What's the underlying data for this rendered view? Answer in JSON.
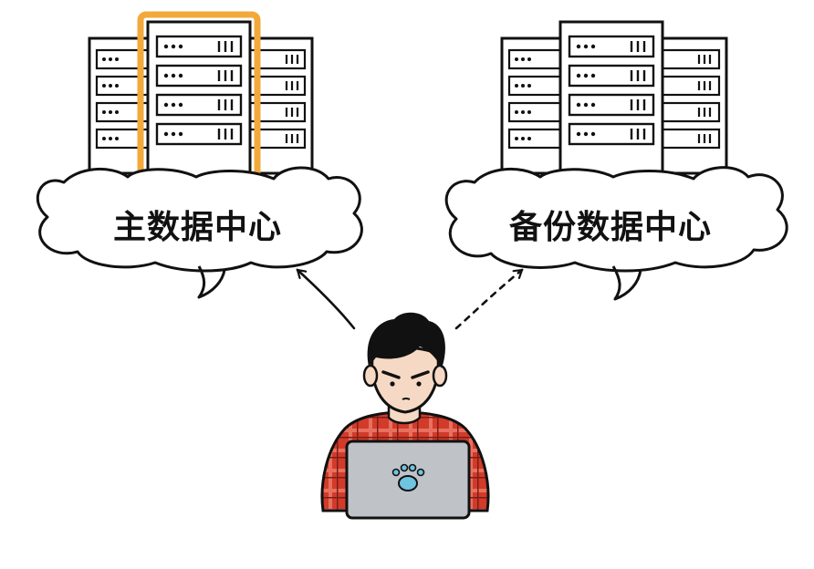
{
  "primary_dc": {
    "label": "主数据中心",
    "highlight_color": "#F2A93B"
  },
  "backup_dc": {
    "label": "备份数据中心"
  },
  "connections": [
    {
      "from": "user",
      "to": "primary_dc",
      "style": "solid"
    },
    {
      "from": "user",
      "to": "backup_dc",
      "style": "dashed"
    }
  ],
  "user": {
    "icon": "person-with-laptop-icon",
    "shirt_color": "#D23A2A",
    "laptop_color": "#BFC3C8",
    "laptop_logo_color": "#6FC4E0"
  }
}
